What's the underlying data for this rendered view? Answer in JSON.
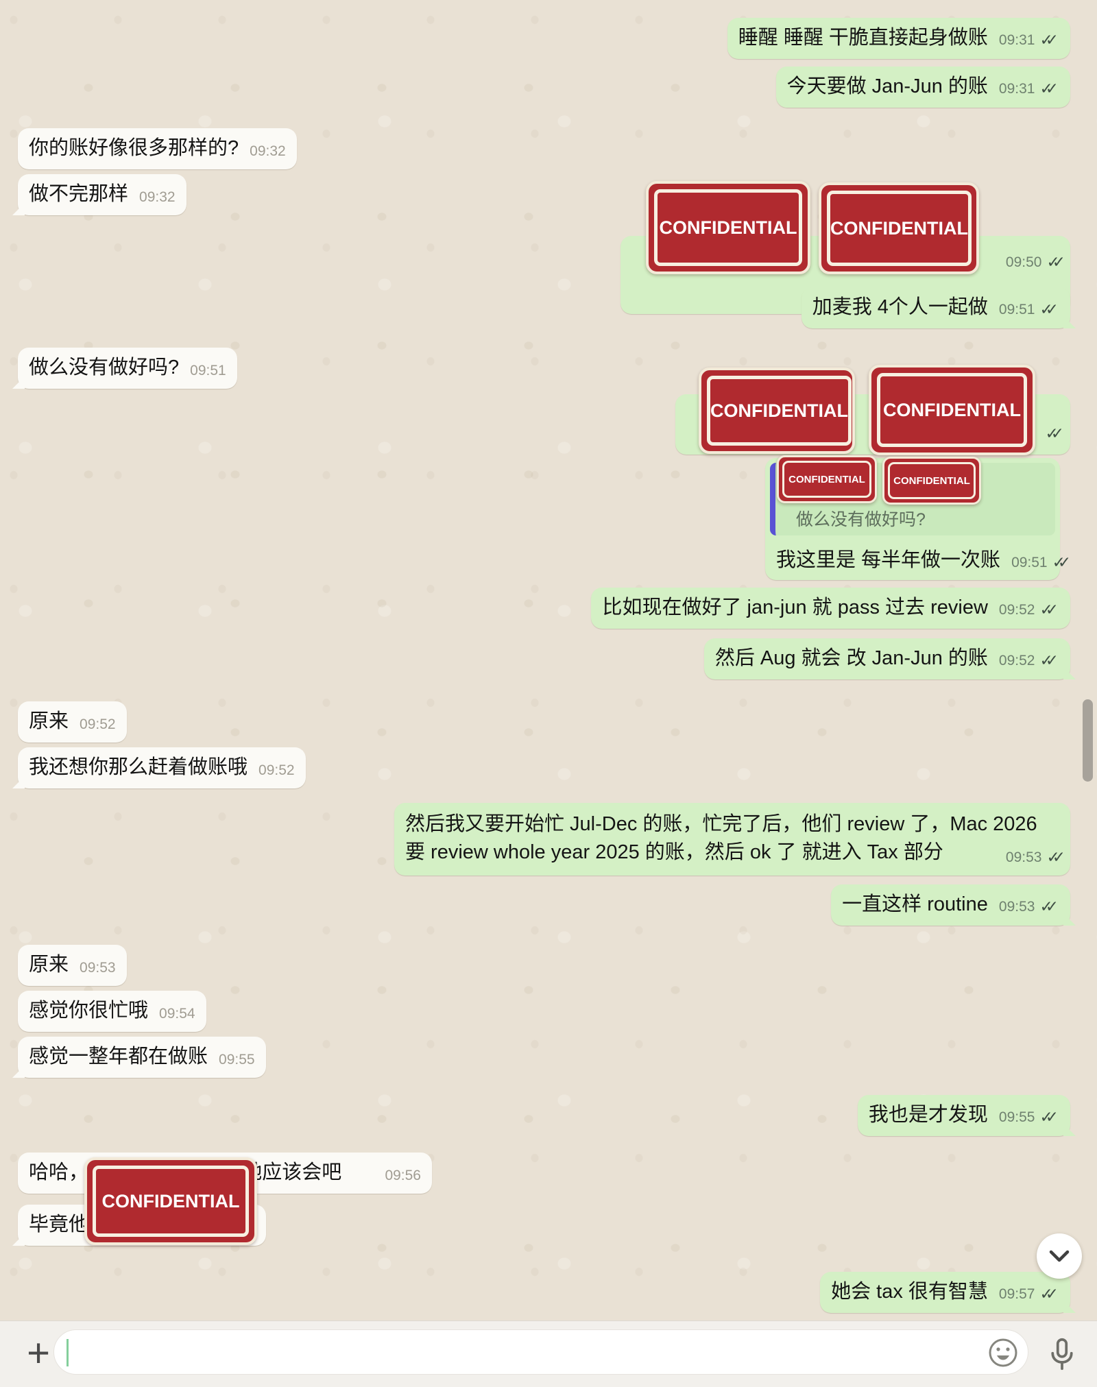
{
  "stamp": {
    "label": "CONFIDENTIAL"
  },
  "icons": {
    "double_check": "✓✓",
    "plus": "+"
  },
  "composer": {
    "input_value": "",
    "input_placeholder": ""
  },
  "messages": [
    {
      "side": "out",
      "text": "睡醒 睡醒 干脆直接起身做账",
      "time": "09:31"
    },
    {
      "side": "out",
      "text": "今天要做 Jan-Jun 的账",
      "time": "09:31"
    },
    {
      "side": "in",
      "text": "你的账好像很多那样的?",
      "time": "09:32"
    },
    {
      "side": "in",
      "text": "做不完那样",
      "time": "09:32"
    },
    {
      "side": "out",
      "redacted": true,
      "time": "09:50"
    },
    {
      "side": "out",
      "text": "加麦我 4个人一起做",
      "time": "09:51"
    },
    {
      "side": "in",
      "text": "做么没有做好吗?",
      "time": "09:51"
    },
    {
      "side": "out",
      "redacted": true
    },
    {
      "side": "out",
      "quoted_text": "做么没有做好吗?",
      "text": "我这里是 每半年做一次账",
      "time": "09:51"
    },
    {
      "side": "out",
      "text": "比如现在做好了 jan-jun 就 pass 过去 review",
      "time": "09:52"
    },
    {
      "side": "out",
      "text": "然后 Aug 就会 改 Jan-Jun 的账",
      "time": "09:52"
    },
    {
      "side": "in",
      "text": "原来",
      "time": "09:52"
    },
    {
      "side": "in",
      "text": "我还想你那么赶着做账哦",
      "time": "09:52"
    },
    {
      "side": "out",
      "text": "然后我又要开始忙 Jul-Dec 的账，忙完了后，他们 review 了，Mac 2026 要 review whole year 2025 的账，然后 ok 了 就进入 Tax 部分",
      "time": "09:53"
    },
    {
      "side": "out",
      "text": "一直这样 routine",
      "time": "09:53"
    },
    {
      "side": "in",
      "text": "原来",
      "time": "09:53"
    },
    {
      "side": "in",
      "text": "感觉你很忙哦",
      "time": "09:54"
    },
    {
      "side": "in",
      "text": "感觉一整年都在做账",
      "time": "09:55"
    },
    {
      "side": "out",
      "text": "我也是才发现",
      "time": "09:55"
    },
    {
      "side": "in",
      "text_prefix": "哈哈，",
      "text_suffix": "? 她应该会吧",
      "time": "09:56",
      "redacted": true
    },
    {
      "side": "in",
      "text": "毕竟他",
      "redacted": true
    },
    {
      "side": "out",
      "text": "她会 tax 很有智慧",
      "time": "09:57"
    }
  ]
}
